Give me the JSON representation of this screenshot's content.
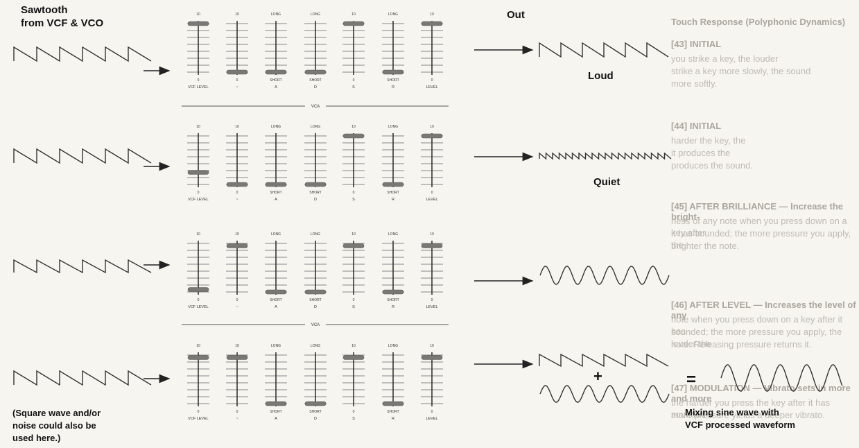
{
  "header": {
    "line1": "Sawtooth",
    "line2": "from VCF & VCO"
  },
  "left_note": {
    "line1": "(Square wave and/or",
    "line2": "noise could also be",
    "line3": "used here.)"
  },
  "out_label": "Out",
  "results": [
    "Loud",
    "Quiet"
  ],
  "plus_sign": "+",
  "equals_sign": "=",
  "mix_caption": {
    "line1": "Mixing sine wave with",
    "line2": "VCF processed waveform"
  },
  "panel_top_labels": [
    "10",
    "10",
    "LONG",
    "LONG",
    "10",
    "LONG",
    "10"
  ],
  "panel_bottom_values": [
    "0",
    "0",
    "SHORT",
    "SHORT",
    "0",
    "SHORT",
    "0"
  ],
  "panel_names": [
    "VCF LEVEL",
    "~",
    "A",
    "D",
    "S",
    "R",
    "LEVEL"
  ],
  "section_label": "VCA",
  "panels": [
    {
      "levels": [
        1.0,
        0.0,
        0.0,
        0.0,
        1.0,
        0.0,
        1.0
      ]
    },
    {
      "levels": [
        0.25,
        0.0,
        0.0,
        0.0,
        1.0,
        0.0,
        1.0
      ]
    },
    {
      "levels": [
        0.05,
        0.95,
        0.0,
        0.0,
        0.95,
        0.0,
        0.95
      ]
    },
    {
      "levels": [
        0.95,
        0.95,
        0.0,
        0.0,
        0.95,
        0.0,
        0.95
      ]
    }
  ],
  "background_text": {
    "heading": "Touch Response (Polyphonic Dynamics)",
    "items": [
      {
        "title": "[43] INITIAL",
        "body": [
          "you strike a key, the louder",
          "strike a key more slowly, the sound",
          "more softly."
        ]
      },
      {
        "title": "[44] INITIAL",
        "body": [
          "harder the key, the",
          "it produces the",
          "produces the sound."
        ]
      },
      {
        "title": "[45] AFTER BRILLIANCE — Increase the bright-",
        "body": [
          "ness of any note when you press down on a key after",
          "it has sounded; the more pressure you apply, the",
          "brighter the note."
        ]
      },
      {
        "title": "[46] AFTER LEVEL — Increases the level of any",
        "body": [
          "note when you press down on a key after it has",
          "sounded; the more pressure you apply, the louder the",
          "note. Releasing pressure returns it."
        ]
      },
      {
        "title": "[47] MODULATION — Vibrato sets in more and more",
        "body": [
          "the harder you press the key after it has sounded.",
          "more pressure yields a deeper vibrato."
        ]
      }
    ]
  }
}
